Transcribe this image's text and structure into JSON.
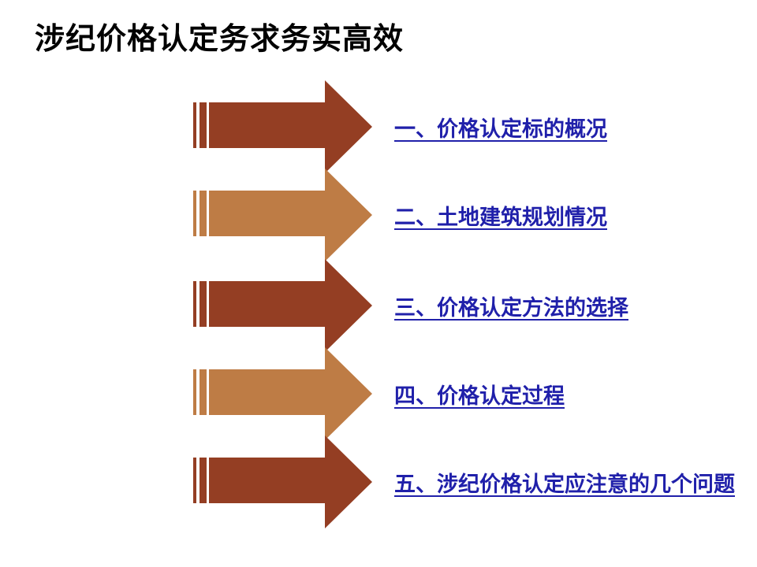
{
  "slide": {
    "title": "涉纪价格认定务求务实高效",
    "colors": {
      "background": "#ffffff",
      "title_text": "#000000",
      "arrow_dark": "#943E23",
      "arrow_light": "#BE7C45",
      "link_blue": "#2020AA"
    },
    "arrow_icon": "striped-right-arrow-icon",
    "items": [
      {
        "label": "一、价格认定标的概况",
        "arrow_color": "#943E23"
      },
      {
        "label": "二、土地建筑规划情况",
        "arrow_color": "#BE7C45"
      },
      {
        "label": "三、价格认定方法的选择",
        "arrow_color": "#943E23"
      },
      {
        "label": "四、价格认定过程",
        "arrow_color": "#BE7C45"
      },
      {
        "label": "五、涉纪价格认定应注意的几个问题",
        "arrow_color": "#943E23"
      }
    ]
  }
}
